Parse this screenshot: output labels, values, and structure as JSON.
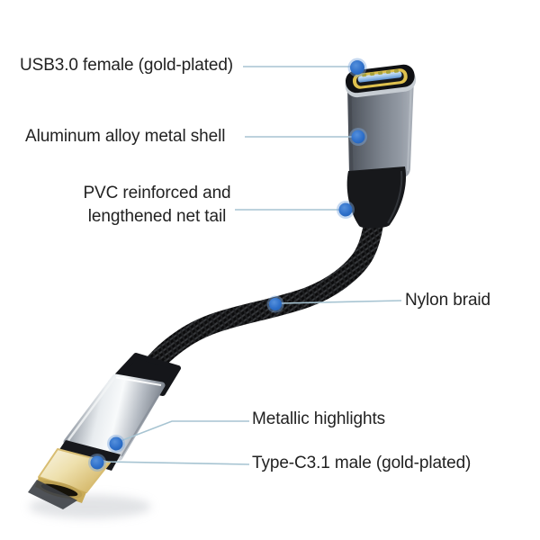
{
  "callouts": {
    "usb_female": {
      "label": "USB3.0 female (gold-plated)"
    },
    "metal_shell": {
      "label": "Aluminum alloy metal shell"
    },
    "pvc_tail": {
      "line1": "PVC reinforced and",
      "line2": "lengthened net tail"
    },
    "nylon_braid": {
      "label": "Nylon braid"
    },
    "metallic_highlights": {
      "label": "Metallic highlights"
    },
    "typec_male": {
      "label": "Type-C3.1 male (gold-plated)"
    }
  },
  "colors": {
    "background": "#ffffff",
    "text": "#222222",
    "leader_line": "#a7c4d2",
    "callout_dot": "#2e6fc9",
    "usb_tongue_blue": "#6ca3db",
    "gold_plating": "#e4c96f",
    "aluminum_shell": "#7b828c",
    "cable_braid_black": "#0b0b0c"
  }
}
